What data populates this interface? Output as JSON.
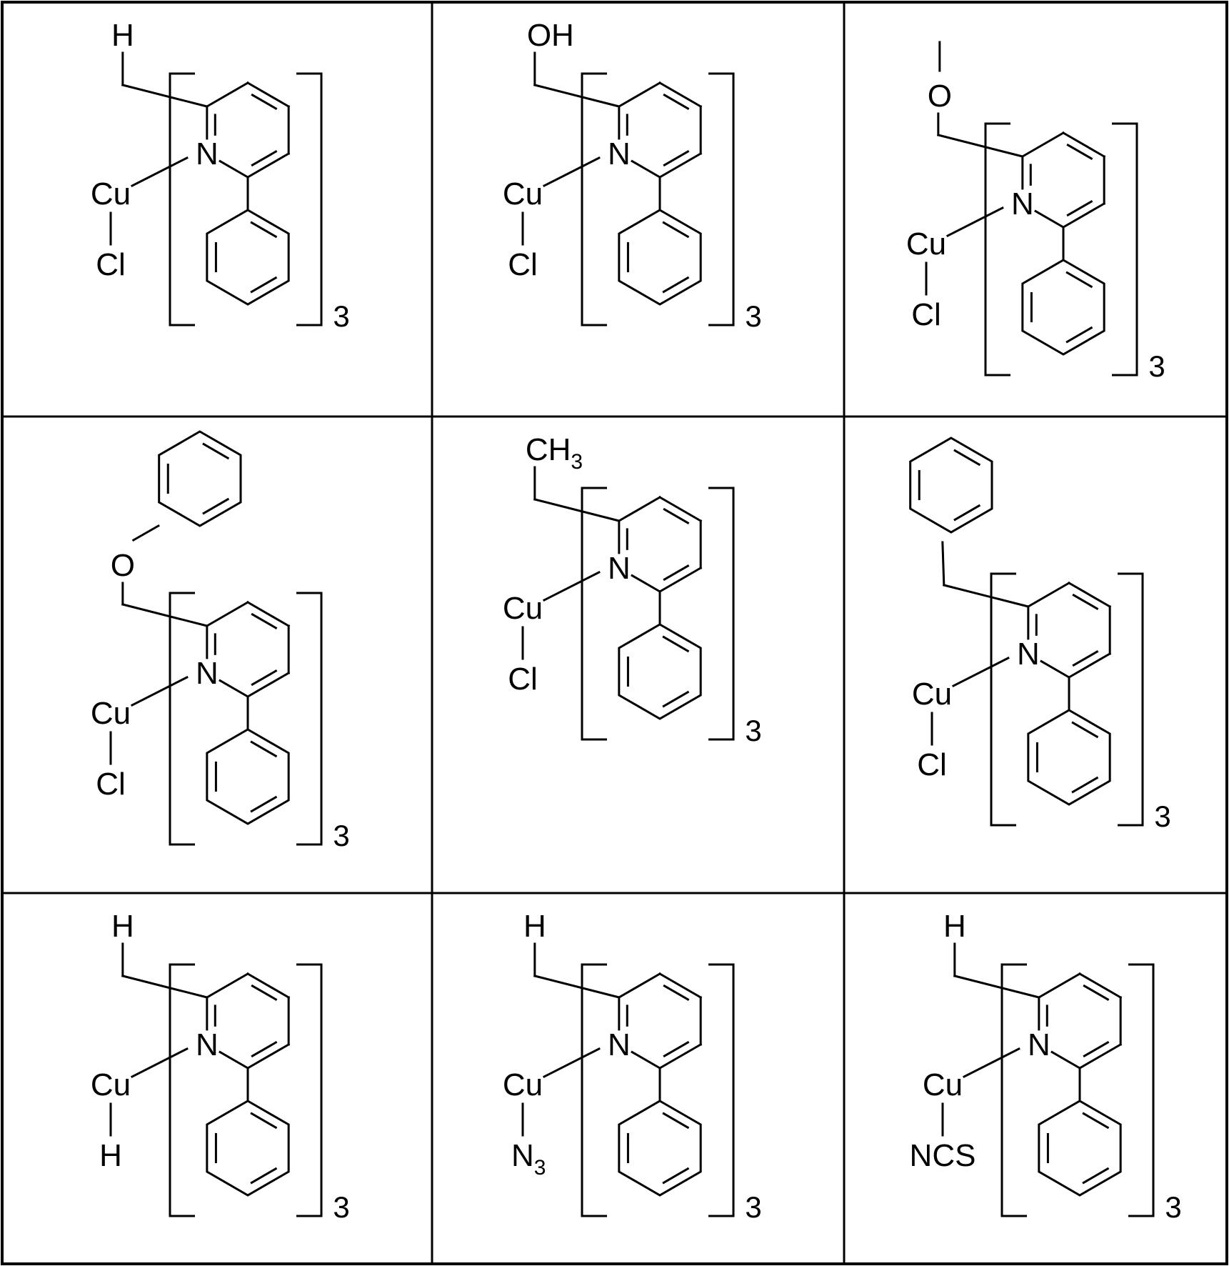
{
  "cells": [
    {
      "id": "r1c1",
      "substituent": {
        "type": "text",
        "label": "H"
      },
      "metal": "Cu",
      "ligand": {
        "main": "Cl",
        "sub": ""
      },
      "count": "3"
    },
    {
      "id": "r1c2",
      "substituent": {
        "type": "text",
        "label": "OH"
      },
      "metal": "Cu",
      "ligand": {
        "main": "Cl",
        "sub": ""
      },
      "count": "3"
    },
    {
      "id": "r1c3",
      "substituent": {
        "type": "methoxy",
        "label": "O"
      },
      "metal": "Cu",
      "ligand": {
        "main": "Cl",
        "sub": ""
      },
      "count": "3"
    },
    {
      "id": "r2c1",
      "substituent": {
        "type": "phenoxy",
        "label": "O"
      },
      "metal": "Cu",
      "ligand": {
        "main": "Cl",
        "sub": ""
      },
      "count": "3"
    },
    {
      "id": "r2c2",
      "substituent": {
        "type": "text",
        "label": "CH",
        "sub": "3"
      },
      "metal": "Cu",
      "ligand": {
        "main": "Cl",
        "sub": ""
      },
      "count": "3"
    },
    {
      "id": "r2c3",
      "substituent": {
        "type": "benzyl",
        "label": ""
      },
      "metal": "Cu",
      "ligand": {
        "main": "Cl",
        "sub": ""
      },
      "count": "3"
    },
    {
      "id": "r3c1",
      "substituent": {
        "type": "text",
        "label": "H"
      },
      "metal": "Cu",
      "ligand": {
        "main": "H",
        "sub": ""
      },
      "count": "3"
    },
    {
      "id": "r3c2",
      "substituent": {
        "type": "text",
        "label": "H"
      },
      "metal": "Cu",
      "ligand": {
        "main": "N",
        "sub": "3"
      },
      "count": "3"
    },
    {
      "id": "r3c3",
      "substituent": {
        "type": "text",
        "label": "H"
      },
      "metal": "Cu",
      "ligand": {
        "main": "NCS",
        "sub": ""
      },
      "count": "3"
    }
  ],
  "ring_atom_label": "N",
  "colors": {
    "ink": "#000000",
    "background": "#ffffff"
  }
}
